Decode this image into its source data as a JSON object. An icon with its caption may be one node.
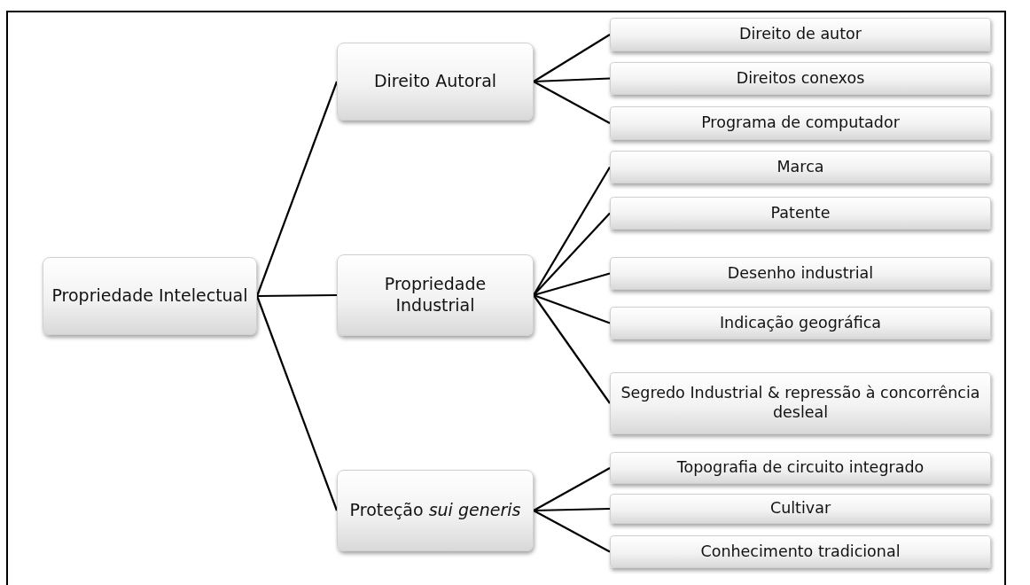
{
  "diagram": {
    "nodes": [
      {
        "text": [
          "Propriedade Intelectual"
        ]
      },
      {
        "text": [
          "Direito Autoral"
        ]
      },
      {
        "text": [
          "Propriedade Industrial"
        ]
      },
      {
        "text": [
          "Proteção *sui generis*"
        ]
      },
      {
        "text": [
          "Direito de autor"
        ]
      },
      {
        "text": [
          "Direitos conexos"
        ]
      },
      {
        "text": [
          "Programa de computador"
        ]
      },
      {
        "text": [
          "Marca"
        ]
      },
      {
        "text": [
          "Patente"
        ]
      },
      {
        "text": [
          "Desenho industrial"
        ]
      },
      {
        "text": [
          "Indicação geográfica"
        ]
      },
      {
        "text": [
          "Segredo Industrial & repressão à concorrência desleal"
        ]
      },
      {
        "text": [
          "Topografia de circuito integrado"
        ]
      },
      {
        "text": [
          "Cultivar"
        ]
      },
      {
        "text": [
          "Conhecimento tradicional"
        ]
      }
    ],
    "edges": [
      {
        "from": 0,
        "to": 1,
        "arrow": "none"
      },
      {
        "from": 0,
        "to": 2,
        "arrow": "none"
      },
      {
        "from": 0,
        "to": 3,
        "arrow": "none"
      },
      {
        "from": 1,
        "to": 4,
        "arrow": "none"
      },
      {
        "from": 1,
        "to": 5,
        "arrow": "none"
      },
      {
        "from": 1,
        "to": 6,
        "arrow": "none"
      },
      {
        "from": 2,
        "to": 7,
        "arrow": "none"
      },
      {
        "from": 2,
        "to": 8,
        "arrow": "none"
      },
      {
        "from": 2,
        "to": 9,
        "arrow": "none"
      },
      {
        "from": 2,
        "to": 10,
        "arrow": "none"
      },
      {
        "from": 2,
        "to": 11,
        "arrow": "none"
      },
      {
        "from": 3,
        "to": 12,
        "arrow": "none"
      },
      {
        "from": 3,
        "to": 13,
        "arrow": "none"
      },
      {
        "from": 3,
        "to": 14,
        "arrow": "none"
      }
    ]
  }
}
